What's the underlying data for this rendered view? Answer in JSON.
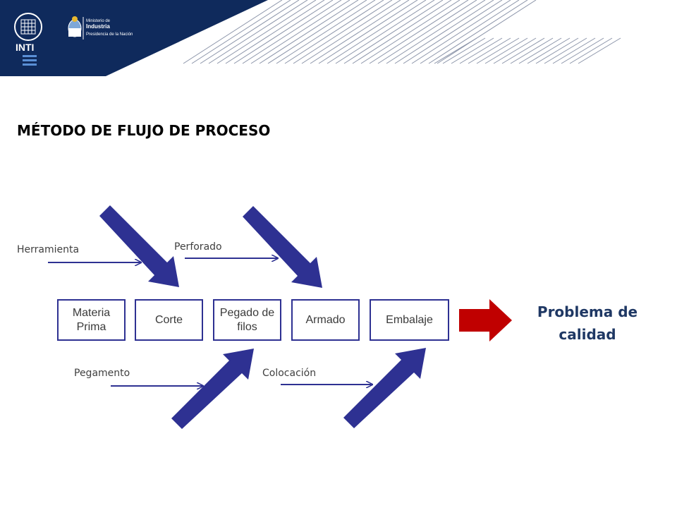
{
  "header": {
    "logo_text": "INTI",
    "ministry_line1": "Ministerio de",
    "ministry_line2": "Industria",
    "ministry_line3": "Presidencia de la Nación"
  },
  "title": "MÉTODO DE FLUJO DE PROCESO",
  "process_steps": [
    {
      "label": "Materia Prima"
    },
    {
      "label": "Corte"
    },
    {
      "label": "Pegado de filos"
    },
    {
      "label": "Armado"
    },
    {
      "label": "Embalaje"
    }
  ],
  "causes": {
    "herramienta": "Herramienta",
    "perforado": "Perforado",
    "pegamento": "Pegamento",
    "colocacion": "Colocación"
  },
  "effect": "Problema de calidad",
  "colors": {
    "header_navy": "#0f2a5c",
    "arrow_blue": "#2e3192",
    "effect_red": "#c00000",
    "effect_text": "#1f3864"
  }
}
